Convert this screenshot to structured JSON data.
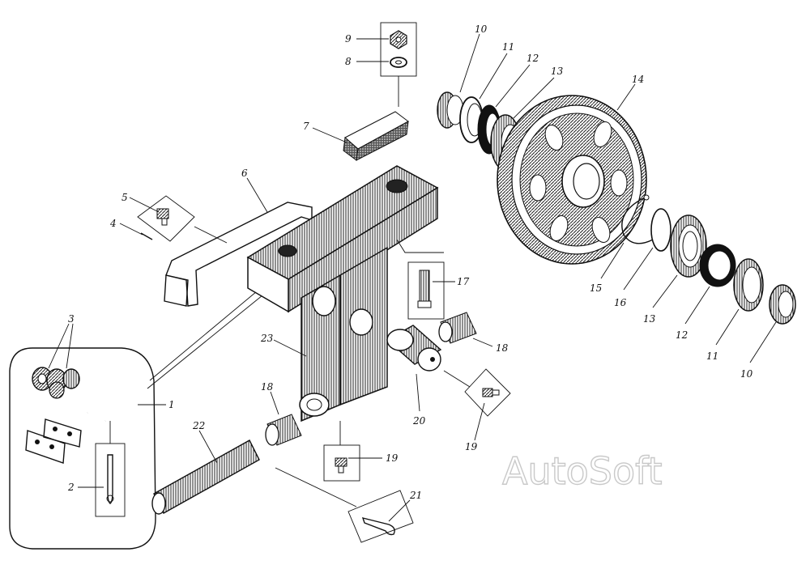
{
  "watermark": "AutoSoft",
  "callouts": {
    "c1": "1",
    "c2": "2",
    "c3": "3",
    "c4": "4",
    "c5": "5",
    "c6": "6",
    "c7": "7",
    "c8": "8",
    "c9": "9",
    "c10a": "10",
    "c11a": "11",
    "c12a": "12",
    "c13a": "13",
    "c14": "14",
    "c15": "15",
    "c16": "16",
    "c13b": "13",
    "c12b": "12",
    "c11b": "11",
    "c10b": "10",
    "c17": "17",
    "c18a": "18",
    "c18b": "18",
    "c19": "19",
    "c20": "20",
    "c21": "21",
    "c22": "22",
    "c23": "23"
  },
  "colors": {
    "ink": "#111111",
    "paper": "#ffffff",
    "watermark_outline": "#c9c9c9"
  }
}
